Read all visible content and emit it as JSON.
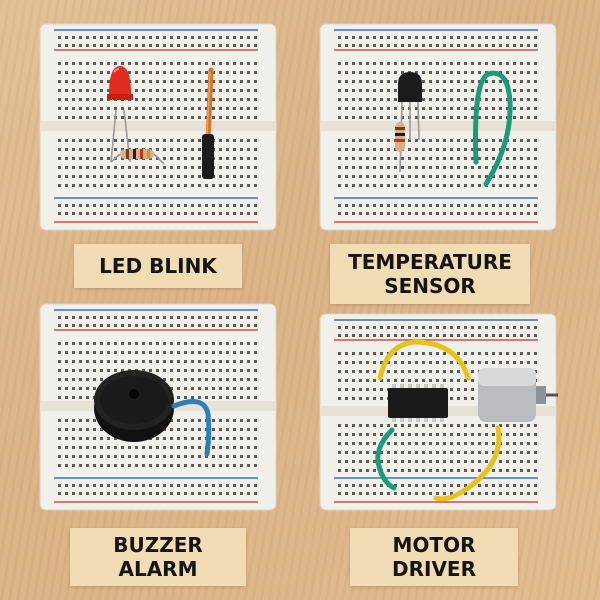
{
  "scene": {
    "description_colors": {
      "desk": "#ddb68a",
      "board": "#f2f0ea",
      "red_rail": "#d44a4a",
      "blue_rail": "#3d6fb8",
      "label": "#f1dcb3"
    }
  },
  "panels": [
    {
      "id": "led-blink",
      "label_lines": [
        "LED BLINK"
      ],
      "components": [
        "red-led",
        "resistor",
        "orange-jumper-wire",
        "black-jumper-wire"
      ]
    },
    {
      "id": "temperature-sensor",
      "label_lines": [
        "TEMPERATURE",
        "SENSOR"
      ],
      "components": [
        "temperature-sensor-to92",
        "resistor",
        "green-jumper-wire"
      ]
    },
    {
      "id": "buzzer-alarm",
      "label_lines": [
        "BUZZER",
        "ALARM"
      ],
      "components": [
        "piezo-buzzer",
        "blue-jumper-wire"
      ]
    },
    {
      "id": "motor-driver",
      "label_lines": [
        "MOTOR",
        "DRIVER"
      ],
      "components": [
        "dip-ic-chip",
        "dc-motor",
        "yellow-jumper-wire",
        "green-jumper-wire"
      ]
    }
  ]
}
